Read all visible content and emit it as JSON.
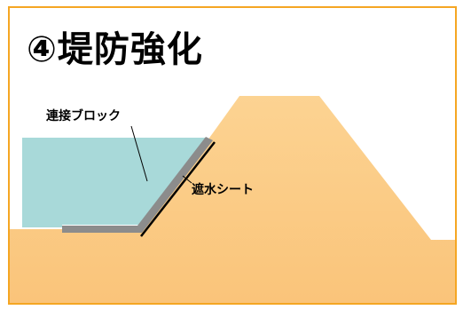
{
  "title": "④堤防強化",
  "labels": {
    "block": "連接ブロック",
    "sheet": "遮水シート"
  },
  "colors": {
    "border": "#f5a623",
    "ground": "#fbc67c",
    "ground_light": "#fdd9a0",
    "water": "#a8d9d9",
    "block": "#8c8c8c",
    "sheet": "#000000"
  }
}
